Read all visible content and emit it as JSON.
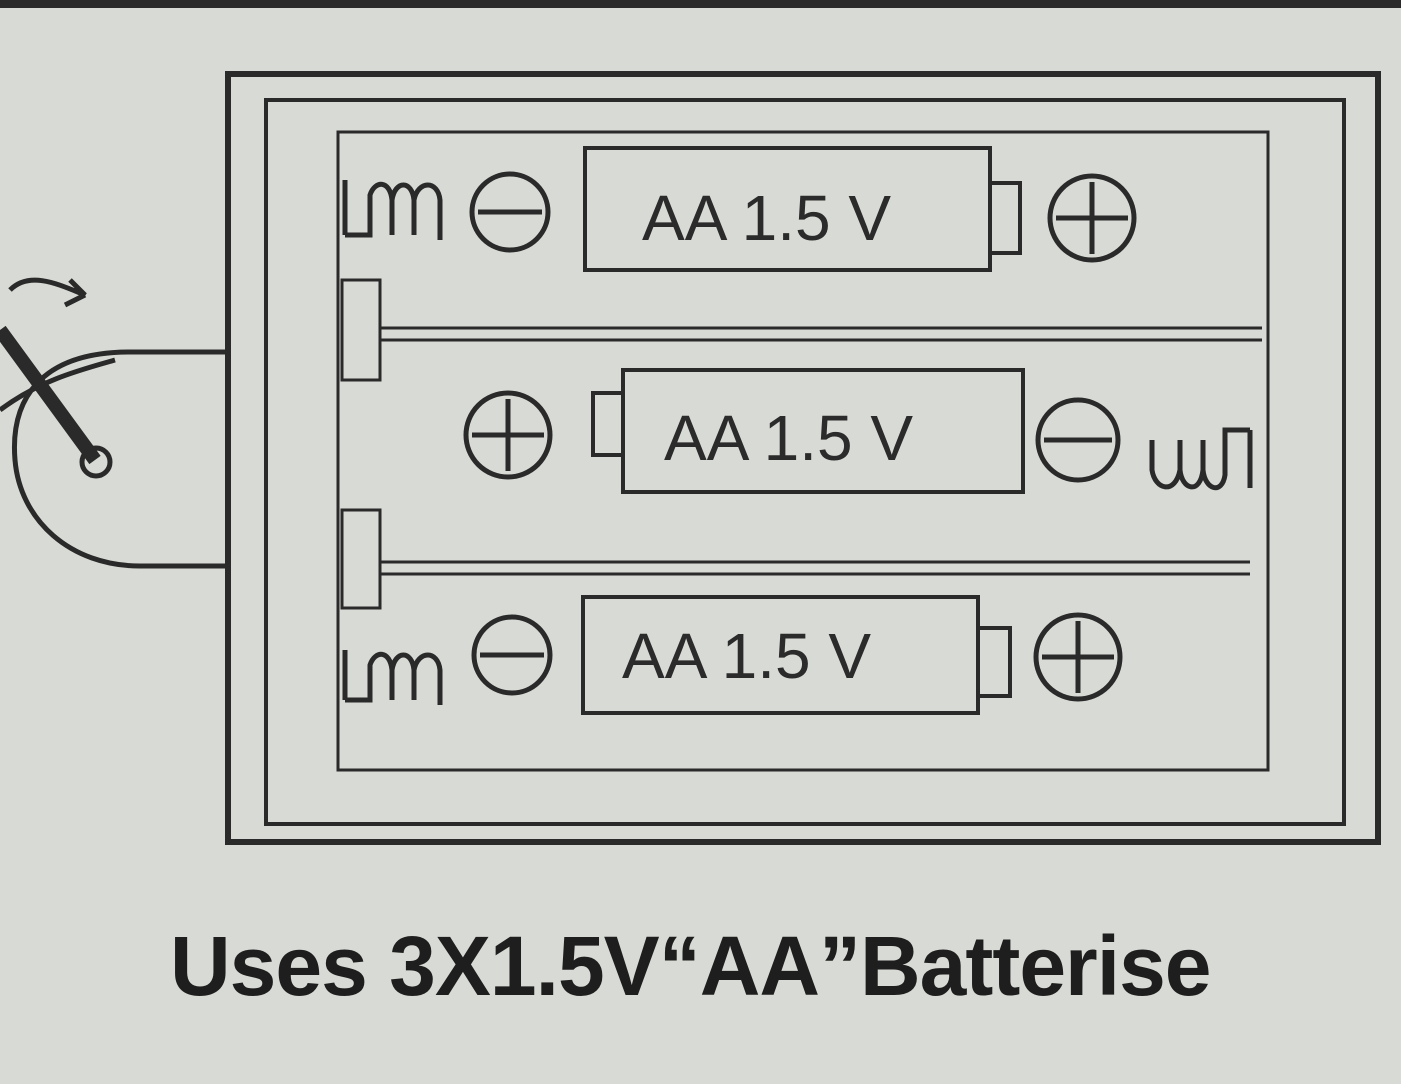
{
  "diagram": {
    "batteries": [
      {
        "label": "AA 1.5 V",
        "orientation": "negative-left"
      },
      {
        "label": "AA 1.5 V",
        "orientation": "positive-left"
      },
      {
        "label": "AA 1.5 V",
        "orientation": "negative-left"
      }
    ],
    "caption": "Uses 3X1.5V“AA”Batterise"
  }
}
